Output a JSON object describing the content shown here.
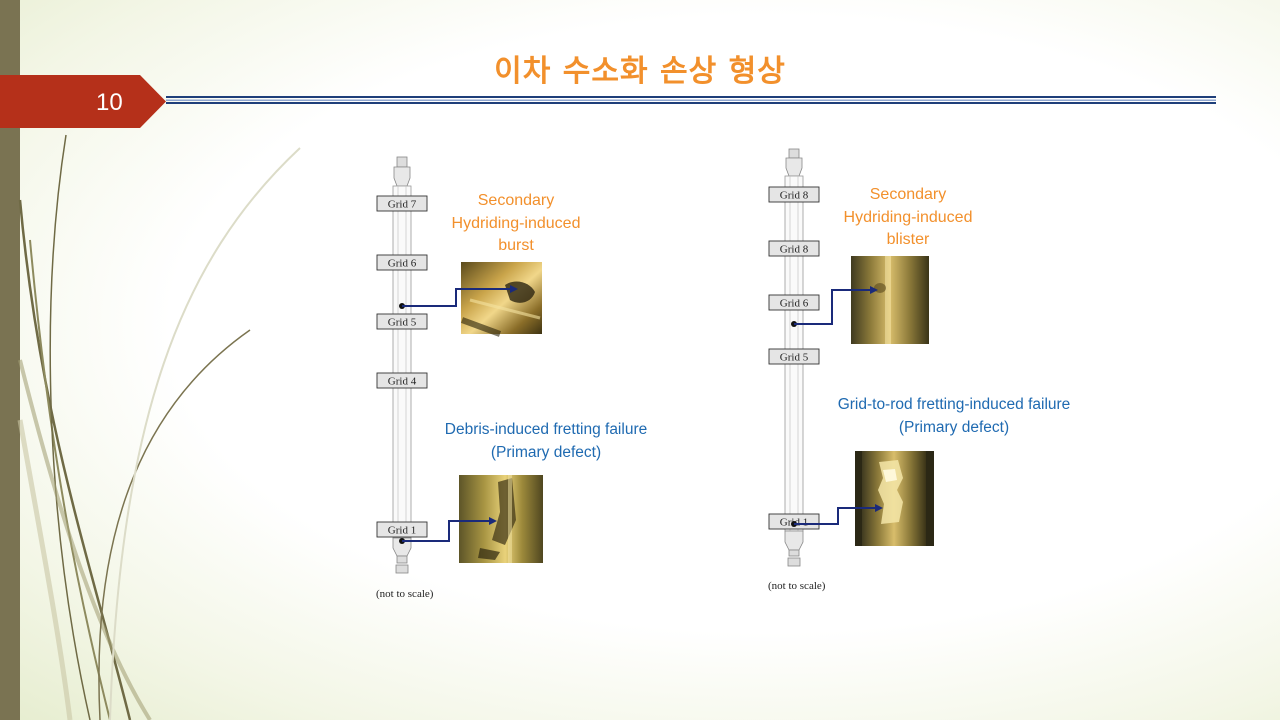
{
  "slide": {
    "title": "이차 수소화 손상 형상",
    "page_number": "10"
  },
  "left_rod": {
    "grids": [
      "Grid 7",
      "Grid 6",
      "Grid 5",
      "Grid 4",
      "Grid 1"
    ],
    "secondary_caption": [
      "Secondary",
      "Hydriding-induced",
      "burst"
    ],
    "primary_caption": [
      "Debris-induced fretting failure",
      "(Primary defect)"
    ],
    "note": "(not to scale)"
  },
  "right_rod": {
    "grids": [
      "Grid 8",
      "Grid 8",
      "Grid 6",
      "Grid 5",
      "Grid 1"
    ],
    "secondary_caption": [
      "Secondary",
      "Hydriding-induced",
      "blister"
    ],
    "primary_caption": [
      "Grid-to-rod fretting-induced failure",
      "(Primary defect)"
    ],
    "note": "(not to scale)"
  },
  "colors": {
    "title": "#f2902c",
    "tab": "#b5301a",
    "rule": "#1f3f7a",
    "arrow": "#1a2a7a",
    "secondary_caption": "#f2902c",
    "primary_caption": "#1f6ab1"
  }
}
